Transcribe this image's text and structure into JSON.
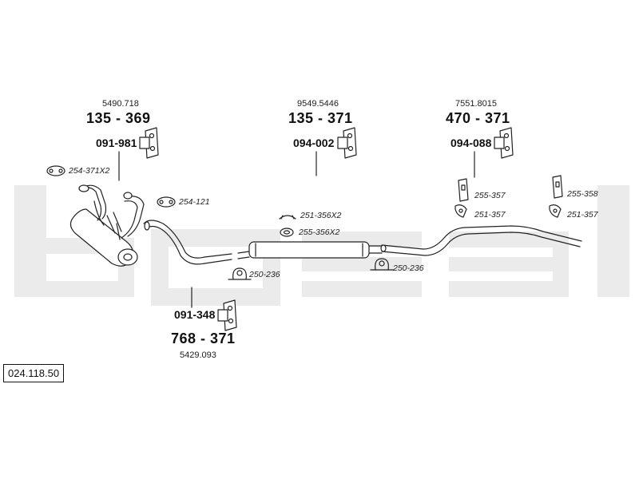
{
  "catalog_number": "024.118.50",
  "watermark_text": "bosal",
  "groups": [
    {
      "ref": "5490.718",
      "code": "135-369",
      "sub_code": "091-981",
      "sub_icon": "rubber-hanger-icon"
    },
    {
      "ref": "9549.5446",
      "code": "135-371",
      "sub_code": "094-002",
      "sub_icon": "rubber-hanger-icon"
    },
    {
      "ref": "7551.8015",
      "code": "470-371",
      "sub_code": "094-088",
      "sub_icon": "rubber-hanger-icon"
    },
    {
      "ref": "5429.093",
      "code": "768-371",
      "sub_code": "091-348",
      "sub_icon": "rubber-hanger-icon"
    }
  ],
  "parts": [
    {
      "label": "254-371X2",
      "icon": "gasket-icon"
    },
    {
      "label": "254-121",
      "icon": "gasket-icon"
    },
    {
      "label": "250-236",
      "icon": "clamp-icon"
    },
    {
      "label": "251-356X2",
      "icon": "clamp-icon"
    },
    {
      "label": "255-356X2",
      "icon": "gasket-icon"
    },
    {
      "label": "250-236",
      "icon": "clamp-icon"
    },
    {
      "label": "255-357",
      "icon": "bracket-icon"
    },
    {
      "label": "251-357",
      "icon": "clamp-icon"
    },
    {
      "label": "255-358",
      "icon": "bracket-icon"
    },
    {
      "label": "251-357",
      "icon": "clamp-icon"
    }
  ],
  "colors": {
    "line": "#222222",
    "watermark": "#ebebeb"
  }
}
